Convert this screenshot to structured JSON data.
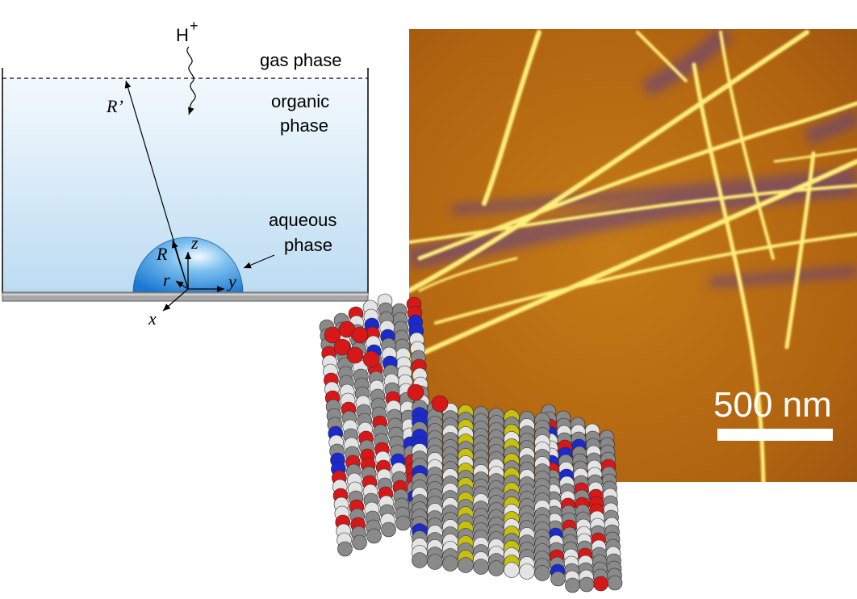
{
  "schematic": {
    "labels": {
      "proton": "H",
      "proton_charge": "+",
      "gas_phase": "gas phase",
      "organic_line1": "organic",
      "organic_line2": "phase",
      "aqueous_line1": "aqueous",
      "aqueous_line2": "phase",
      "R_prime": "R’",
      "R": "R",
      "r": "r",
      "z": "z",
      "y": "y",
      "x": "x"
    },
    "colors": {
      "liquid_top": "#f2f8fc",
      "liquid_bottom": "#bfdff3",
      "droplet_center": "#e6f4ff",
      "droplet_edge": "#1e7fd6",
      "substrate": "#9a9a9a"
    }
  },
  "afm_image": {
    "scale_bar_label": "500 nm",
    "colors": {
      "background": "#b86a10",
      "fiber": "#ffe066",
      "shadow": "#5a3a8a"
    }
  },
  "molecular_model": {
    "atom_colors": {
      "carbon": "#8a8a8a",
      "oxygen": "#d81818",
      "nitrogen": "#1a2acc",
      "sulfur": "#c8c010",
      "hydrogen": "#e4e4e4"
    }
  }
}
